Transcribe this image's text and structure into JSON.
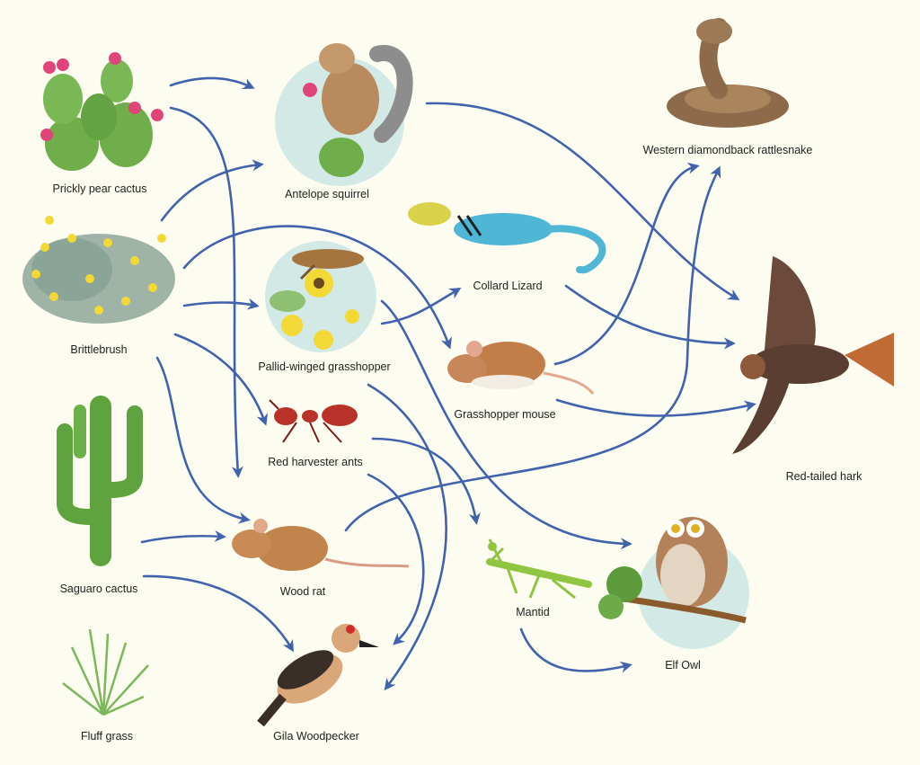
{
  "title": "Desert food web",
  "colors": {
    "arrow": "#4163ad",
    "background": "#fdfcf0",
    "circle": "#d3e9e5"
  },
  "organisms": {
    "prickly_pear": "Prickly pear cactus",
    "antelope_squirrel": "Antelope squirrel",
    "rattlesnake": "Western diamondback rattlesnake",
    "lizard": "Collard Lizard",
    "brittlebrush": "Brittlebrush",
    "grasshopper": "Pallid-winged grasshopper",
    "mouse": "Grasshopper mouse",
    "hawk": "Red-tailed hark",
    "ants": "Red harvester ants",
    "saguaro": "Saguaro cactus",
    "wood_rat": "Wood rat",
    "mantid": "Mantid",
    "owl": "Elf Owl",
    "fluff_grass": "Fluff grass",
    "woodpecker": "Gila Woodpecker"
  }
}
